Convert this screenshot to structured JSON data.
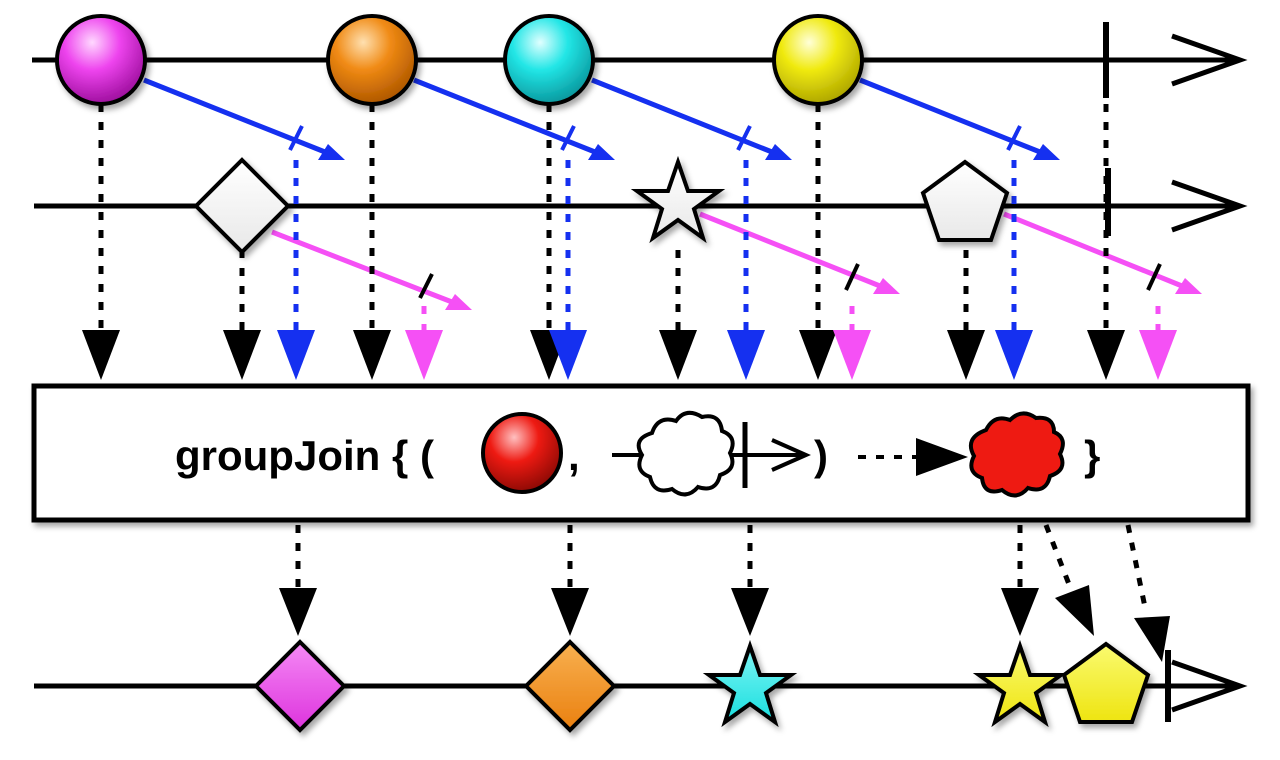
{
  "operator": {
    "label": "groupJoin { (",
    "comma": ",",
    "close_paren": ")",
    "close_brace": "}"
  },
  "colors": {
    "magenta": "#ee44ee",
    "orange": "#f08a14",
    "cyan": "#22e6e6",
    "yellow": "#f0ea10",
    "blue_duration": "#1530f0",
    "pink_duration": "#f550f5",
    "red": "#ee1a12",
    "black": "#000000",
    "white": "#ffffff"
  },
  "left_stream": {
    "items": [
      "magenta-circle",
      "orange-circle",
      "cyan-circle",
      "yellow-circle"
    ],
    "completed": true
  },
  "right_stream": {
    "items": [
      "white-diamond",
      "white-star",
      "white-pentagon"
    ],
    "completed": true
  },
  "result_stream": {
    "items": [
      "magenta-diamond",
      "orange-diamond",
      "cyan-star",
      "yellow-star",
      "yellow-pentagon"
    ],
    "completed": true
  }
}
